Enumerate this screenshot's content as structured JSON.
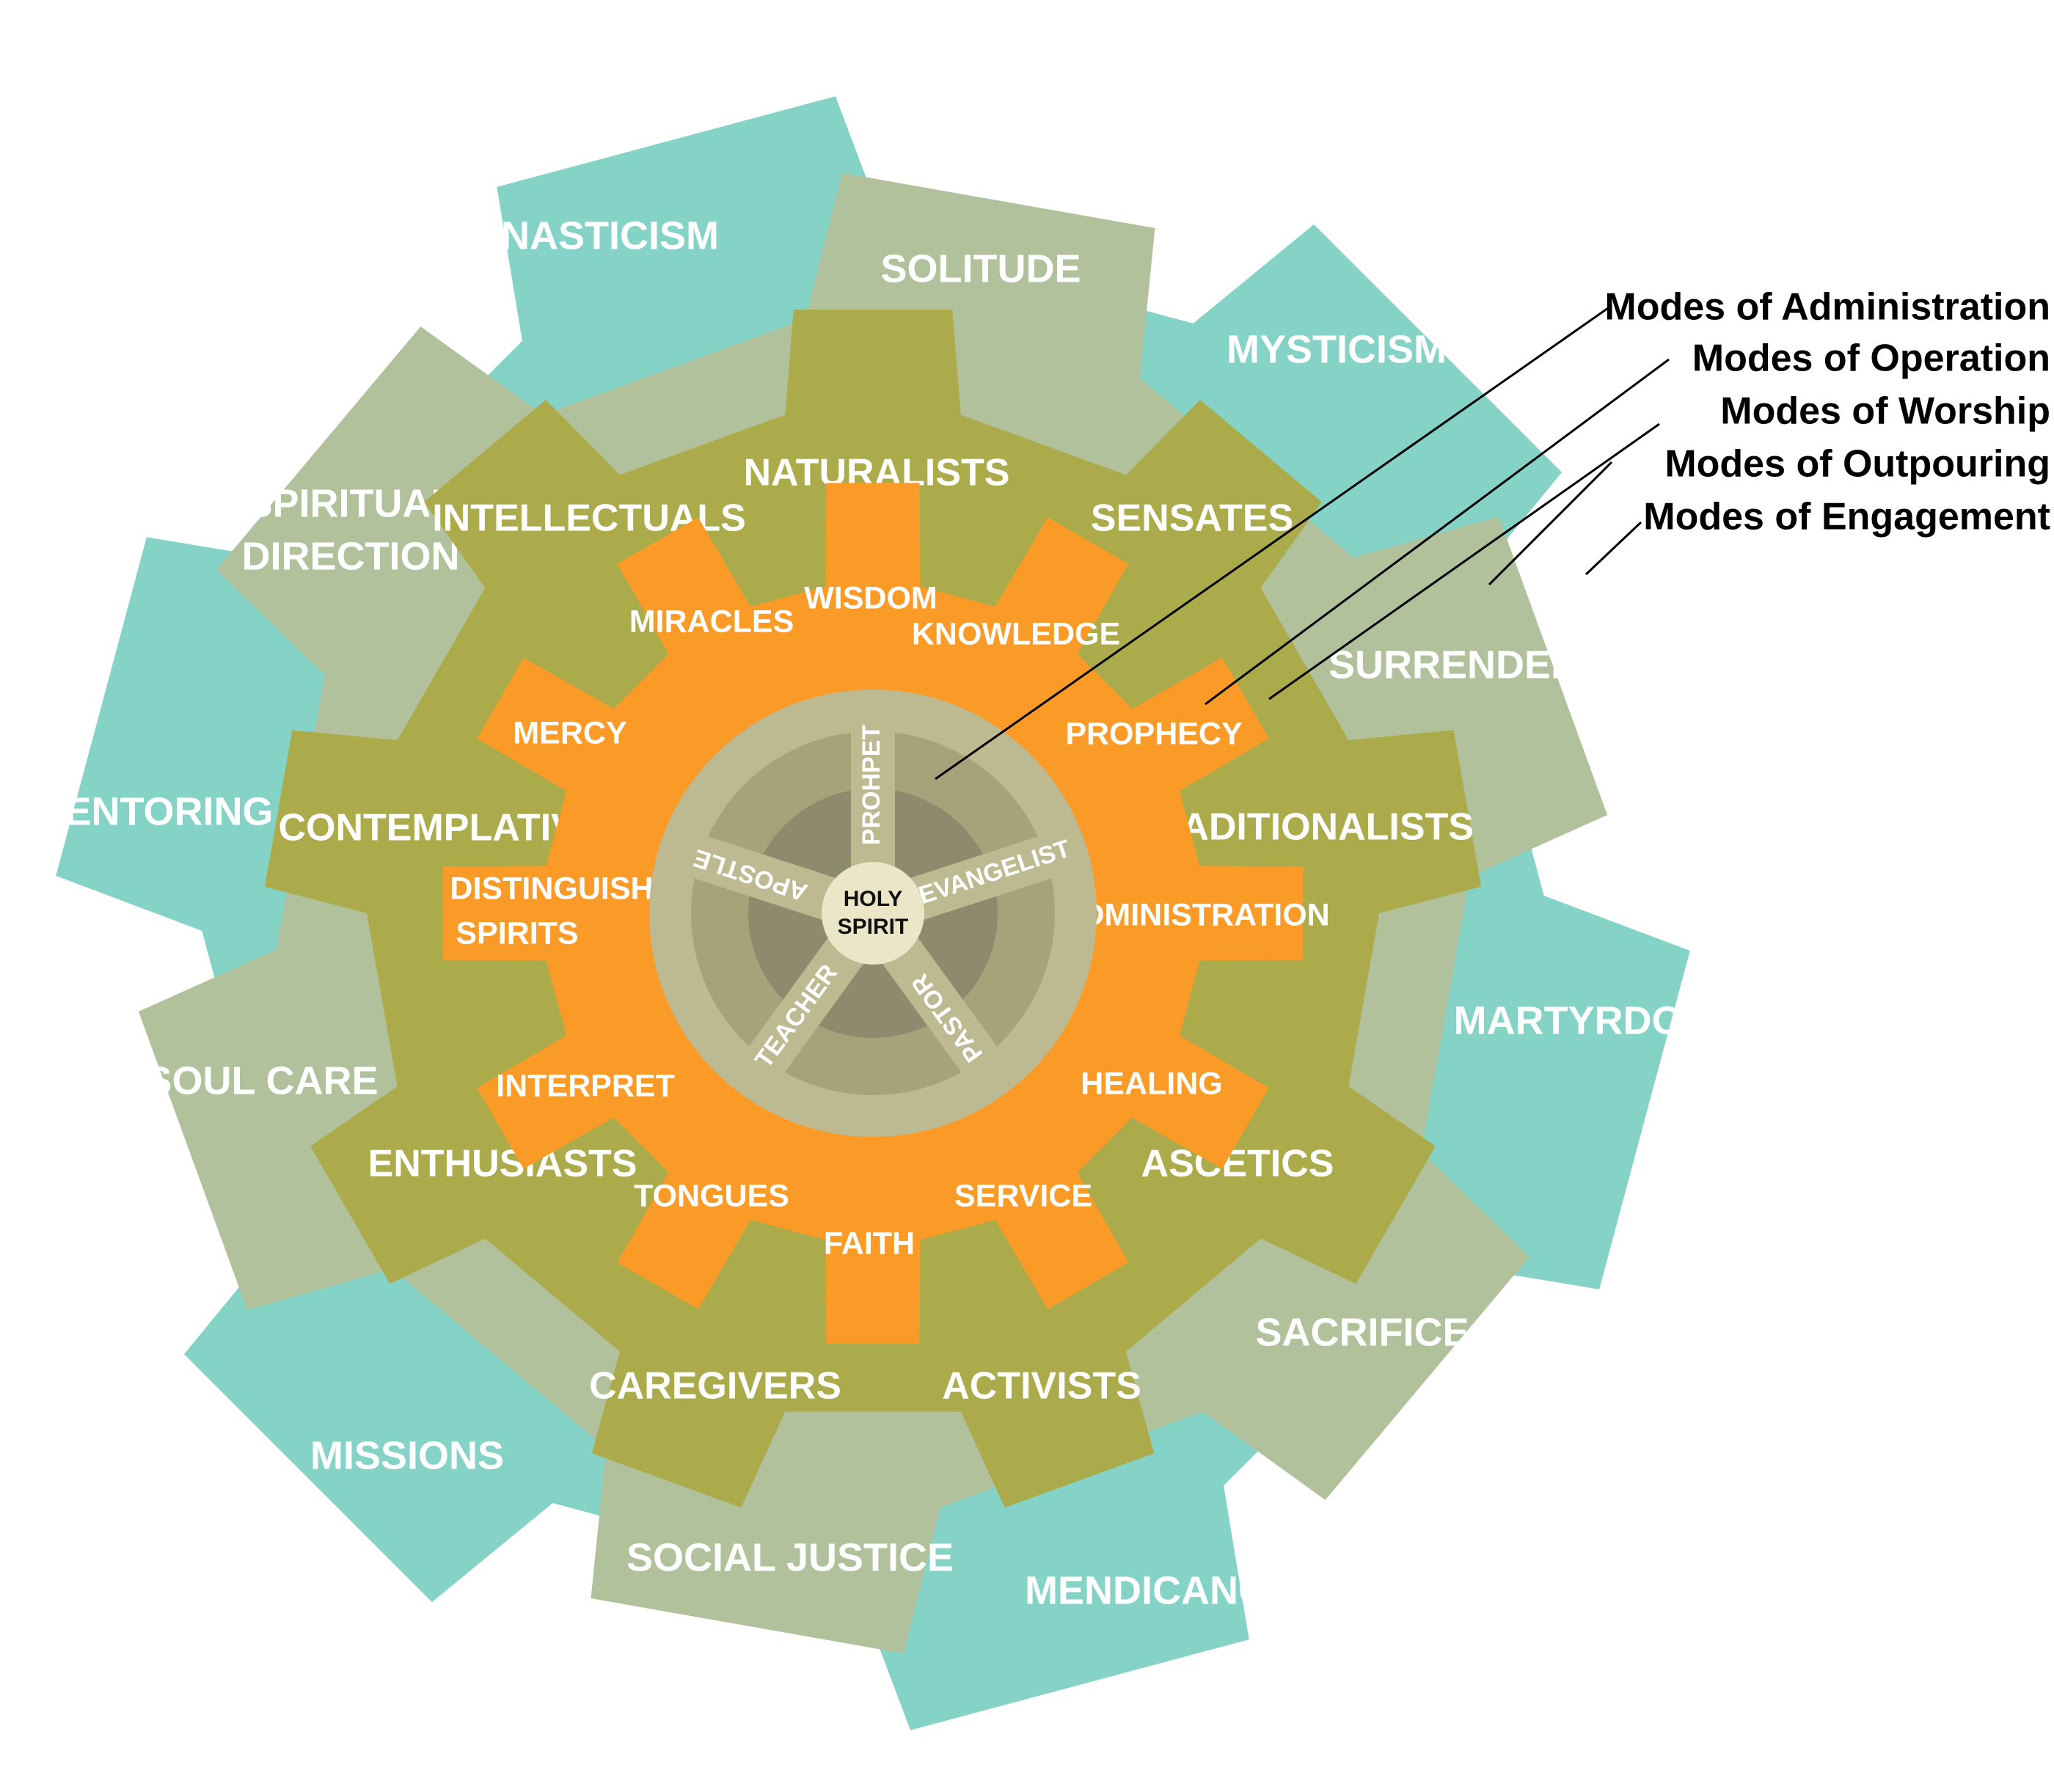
{
  "colors": {
    "engagement": "#85D3C7",
    "worship": "#B1C19C",
    "operation": "#ABAB4B",
    "outpouring": "#FA9A27",
    "administration_rim": "#BDB991",
    "administration_disk": "#A8A27B",
    "administration_inner": "#8E8A6E",
    "hub": "#ECE6C9"
  },
  "hub": {
    "line1": "HOLY",
    "line2": "SPIRIT"
  },
  "administration": [
    "PROHPET",
    "EVANGELIST",
    "PASTOR",
    "TEACHER",
    "APOSTLE"
  ],
  "outpouring": [
    {
      "text": "WISDOM"
    },
    {
      "text": "KNOWLEDGE"
    },
    {
      "text": "PROPHECY"
    },
    {
      "text": "ADMINISTRATION"
    },
    {
      "text": "HEALING"
    },
    {
      "text": "SERVICE"
    },
    {
      "text": "FAITH"
    },
    {
      "text": "TONGUES"
    },
    {
      "text": "INTERPRET"
    },
    {
      "text": "DISTINGUISH",
      "text2": "SPIRITS"
    },
    {
      "text": "MERCY"
    },
    {
      "text": "MIRACLES"
    }
  ],
  "operation": [
    "NATURALISTS",
    "SENSATES",
    "TRADITIONALISTS",
    "ASCETICS",
    "ACTIVISTS",
    "CAREGIVERS",
    "ENTHUSIASTS",
    "CONTEMPLATIVE",
    "INTELLECTUALS"
  ],
  "worship": [
    {
      "text": "SOLITUDE"
    },
    {
      "text": "SURRENDER"
    },
    {
      "text": "SACRIFICE"
    },
    {
      "text": "SOCIAL JUSTICE"
    },
    {
      "text": "SOUL CARE"
    },
    {
      "text": "SPIRITUAL",
      "text2": "DIRECTION"
    }
  ],
  "engagement": [
    "MYSTICISM",
    "MARTYRDOM",
    "MENDICANCY",
    "MISSIONS",
    "MENTORING",
    "MONASTICISM"
  ],
  "legend": [
    "Modes of Administration",
    "Modes of Operation",
    "Modes of Worship",
    "Modes of Outpouring",
    "Modes of Engagement"
  ]
}
